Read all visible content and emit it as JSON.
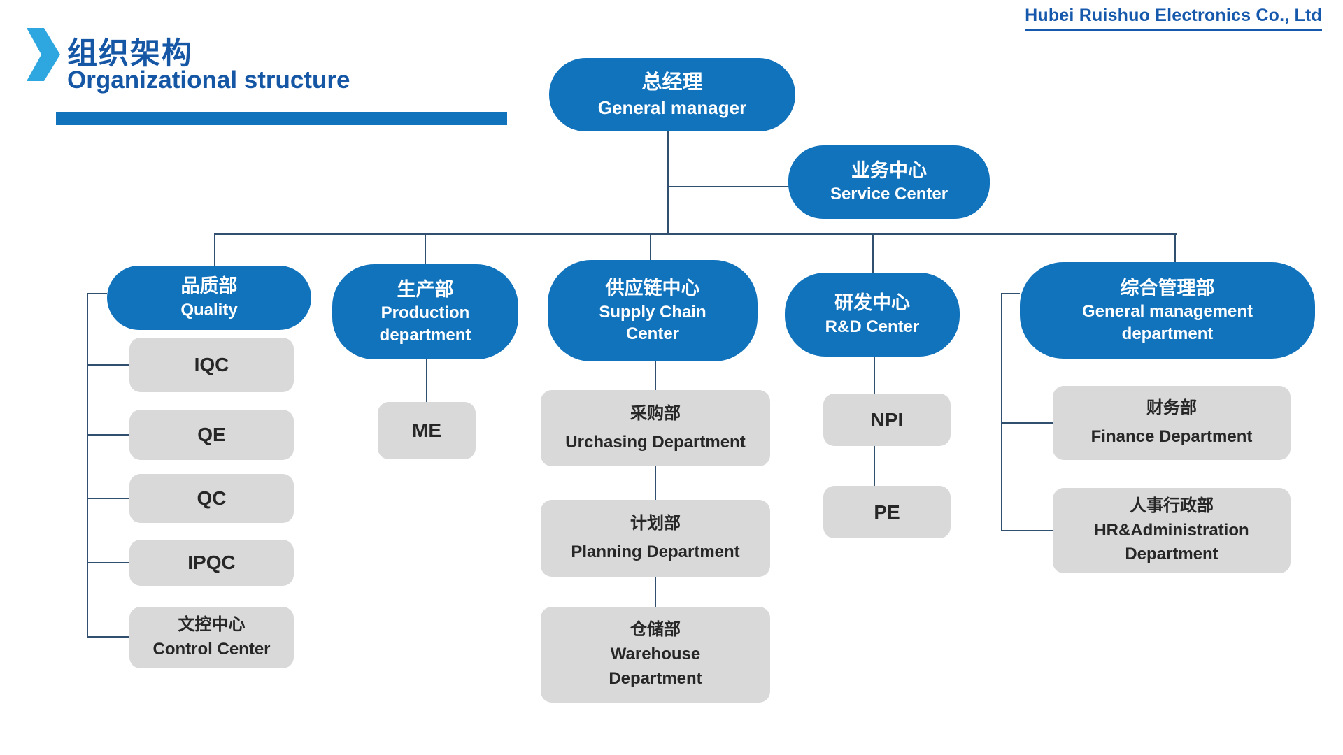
{
  "header": {
    "company_name": "Hubei Ruishuo Electronics Co., Ltd"
  },
  "title": {
    "zh": "组织架构",
    "en": "Organizational structure"
  },
  "colors": {
    "box_blue": "#1273BD",
    "title_blue": "#1657A5",
    "chevron_blue": "#2EA7E0",
    "gray_box": "#D9D9D9",
    "connector_line": "#31506F"
  },
  "org": {
    "general_manager": {
      "zh": "总经理",
      "en": "General manager"
    },
    "service_center": {
      "zh": "业务中心",
      "en": "Service Center"
    },
    "quality": {
      "zh": "品质部",
      "en": "Quality"
    },
    "quality_children": [
      {
        "label": "IQC"
      },
      {
        "label": "QE"
      },
      {
        "label": "QC"
      },
      {
        "label": "IPQC"
      },
      {
        "zh": "文控中心",
        "en": "Control Center"
      }
    ],
    "production": {
      "zh": "生产部",
      "en": "Production department"
    },
    "production_children": [
      {
        "label": "ME"
      }
    ],
    "supply_chain": {
      "zh": "供应链中心",
      "en": "Supply Chain Center"
    },
    "supply_children": [
      {
        "zh": "采购部",
        "en": "Urchasing Department"
      },
      {
        "zh": "计划部",
        "en": "Planning Department"
      },
      {
        "zh": "仓储部",
        "en": "Warehouse Department"
      }
    ],
    "rnd": {
      "zh": "研发中心",
      "en": "R&D Center"
    },
    "rnd_children": [
      {
        "label": "NPI"
      },
      {
        "label": "PE"
      }
    ],
    "gen_mgmt": {
      "zh": "综合管理部",
      "en": "General management department"
    },
    "gen_mgmt_children": [
      {
        "zh": "财务部",
        "en": "Finance Department"
      },
      {
        "zh": "人事行政部",
        "en": "HR&Administration Department"
      }
    ]
  }
}
